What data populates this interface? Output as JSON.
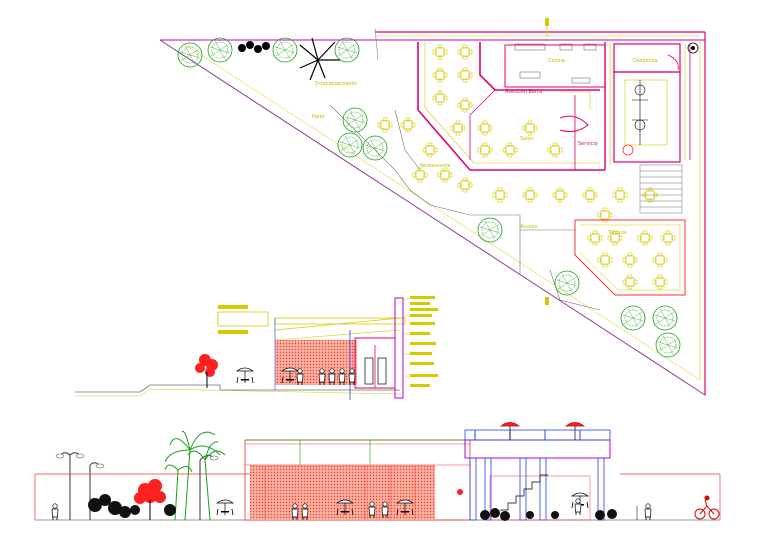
{
  "drawing": {
    "labels": [
      {
        "id": "estacionamiento",
        "text": "Estacionamiento"
      },
      {
        "id": "patio",
        "text": "Patio"
      },
      {
        "id": "cocina",
        "text": "Cocina"
      },
      {
        "id": "despensa",
        "text": "Despensa"
      },
      {
        "id": "atencion",
        "text": "Atención Barra"
      },
      {
        "id": "salon",
        "text": "Salón"
      },
      {
        "id": "restaurante",
        "text": "Restaurante"
      },
      {
        "id": "acceso",
        "text": "Acceso"
      },
      {
        "id": "terraza",
        "text": "Terraza"
      },
      {
        "id": "servicio",
        "text": "Servicio"
      }
    ]
  },
  "colors": {
    "wall": "#e0006e",
    "outline": "#ff3030",
    "yellow": "#d8c800",
    "green": "#1aa01a",
    "blue": "#2040ff",
    "magenta": "#c000c0",
    "grey": "#707070",
    "hatch": "#ff6a5a"
  }
}
